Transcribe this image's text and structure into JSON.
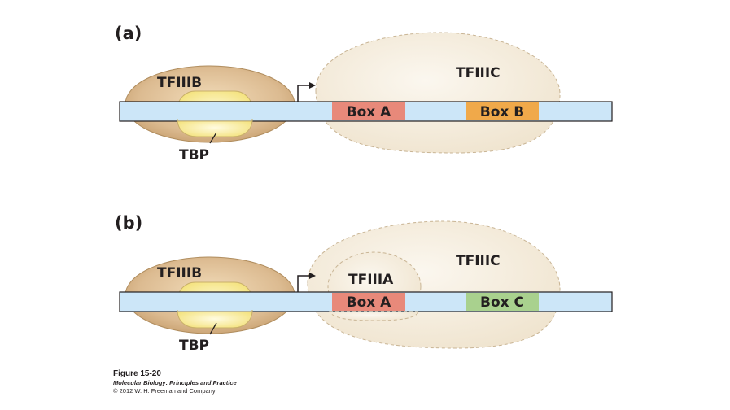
{
  "panels": [
    {
      "label": "(a)",
      "tfiiib_label": "TFIIIB",
      "tbp_label": "TBP",
      "tfiiic_label": "TFIIIC",
      "box1_label": "Box A",
      "box2_label": "Box B",
      "box1_color": "#e8897a",
      "box2_color": "#f0a94a"
    },
    {
      "label": "(b)",
      "tfiiib_label": "TFIIIB",
      "tbp_label": "TBP",
      "tfiiic_label": "TFIIIC",
      "tfiiia_label": "TFIIIA",
      "box1_label": "Box A",
      "box2_label": "Box C",
      "box1_color": "#e8897a",
      "box2_color": "#a9d18e"
    }
  ],
  "colors": {
    "dna": "#cce6f8",
    "dna_outline": "#231f20",
    "tfiiib": "#d9b98f",
    "tbp": "#fbf0b0",
    "tfiiic": "#f6efe2",
    "tfiiia": "#f6efe2"
  },
  "caption": {
    "figure": "Figure 15-20",
    "book": "Molecular Biology: Principles and Practice",
    "copyright": "© 2012 W. H. Freeman and Company"
  }
}
